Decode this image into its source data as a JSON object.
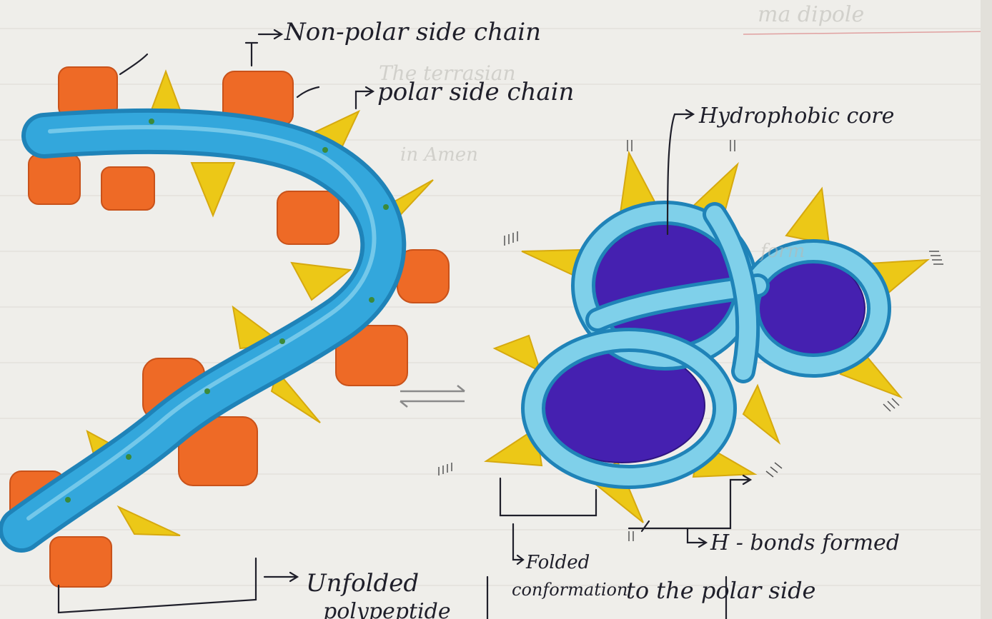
{
  "labels": {
    "nonpolar": "Non-polar side chain",
    "polar": "polar side chain",
    "core": "Hydrophobic core",
    "hbonds": "H - bonds formed",
    "unfolded_line1": "Unfolded",
    "unfolded_line2": "polypeptide",
    "folded_line1": "Folded",
    "folded_line2": "conformation",
    "continuation": "to the polar side"
  },
  "colors": {
    "backbone": "#33a7dc",
    "backbone_edge": "#1f83b8",
    "nonpolar_chain": "#ee6a26",
    "polar_chain": "#ecc817",
    "core": "#4520b0",
    "ring": "#7fd0ea",
    "ink": "#1f1f2a",
    "paper": "#efeeea"
  }
}
